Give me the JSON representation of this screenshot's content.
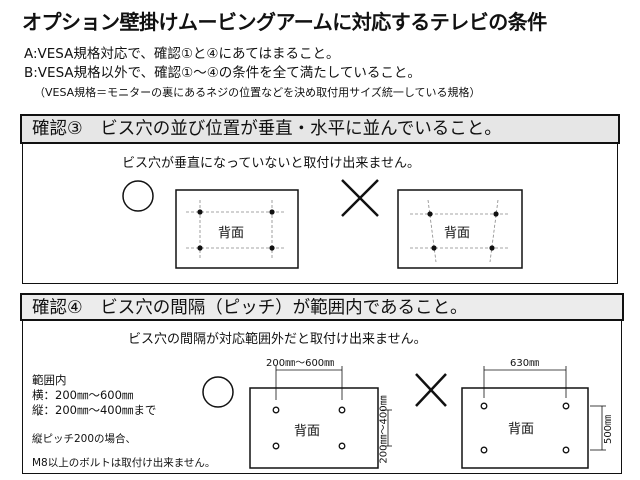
{
  "title": "オプション壁掛けムービングアームに対応するテレビの条件",
  "conditions": {
    "a": "A:VESA規格対応で、確認①と④にあてはまること。",
    "b": "B:VESA規格以外で、確認①～④の条件を全て満たしていること。",
    "note": "（VESA規格＝モニターの裏にあるネジの位置などを決め取付用サイズ統一している規格）"
  },
  "section3": {
    "heading": "確認③　ビス穴の並び位置が垂直・水平に並んでいること。",
    "description": "ビス穴が垂直になっていないと取付け出来ません。",
    "ok_symbol": "○",
    "ng_symbol": "×",
    "back_label": "背面"
  },
  "section4": {
    "heading": "確認④　ビス穴の間隔（ピッチ）が範囲内であること。",
    "description": "ビス穴の間隔が対応範囲外だと取付け出来ません。",
    "range_title": "範囲内",
    "range_h": "横：200㎜～600㎜",
    "range_v": "縦：200㎜～400㎜まで",
    "warn_1": "縦ピッチ200の場合、",
    "warn_2": "M8以上のボルトは取付け出来ません。",
    "ok_h_dim": "200㎜～600㎜",
    "ok_v_dim": "200㎜～400㎜",
    "ng_h_dim": "630㎜",
    "ng_v_dim": "500㎜",
    "back_label": "背面"
  }
}
